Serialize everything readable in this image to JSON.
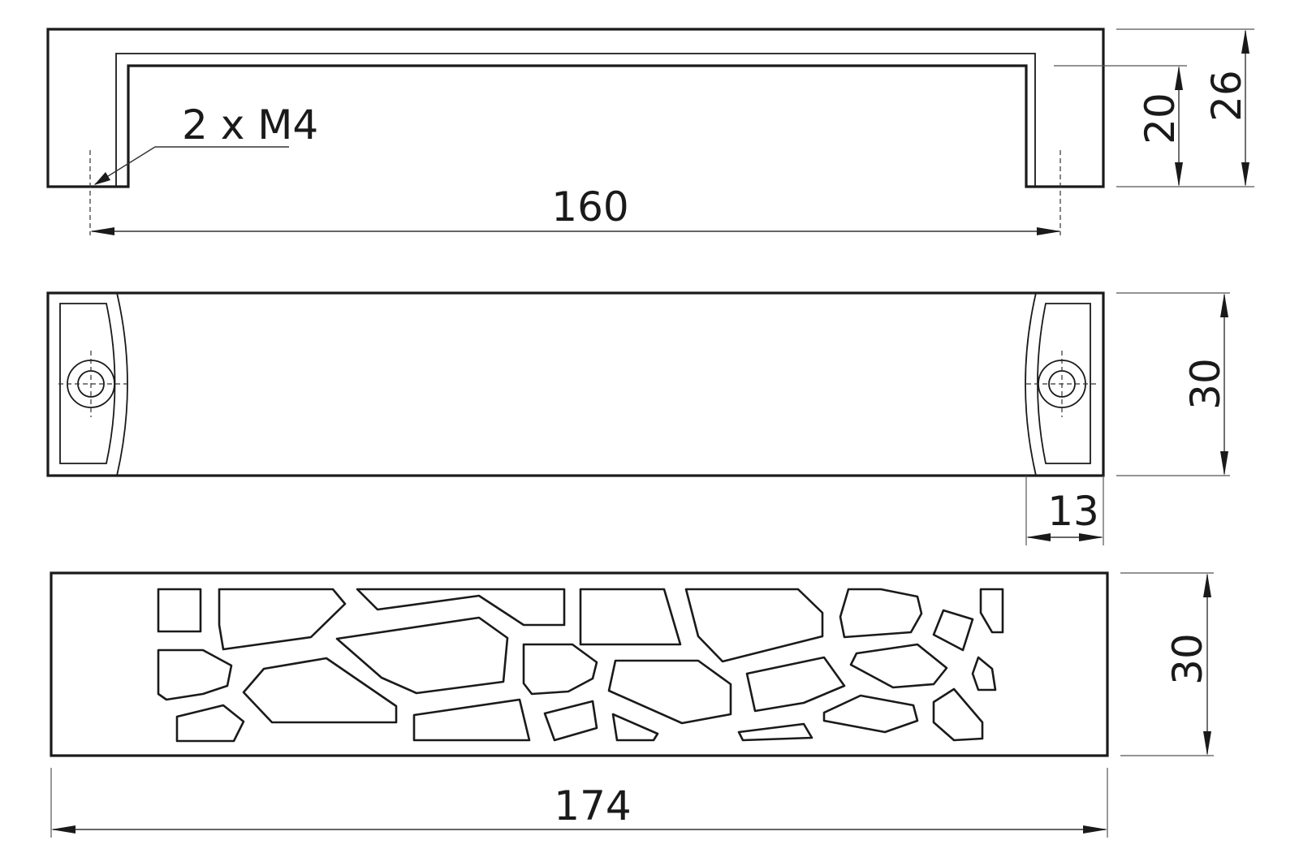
{
  "dimensions": {
    "top_thread_label": "2 x M4",
    "hole_spacing": "160",
    "inner_height": "20",
    "total_height": "26",
    "width_view2": "30",
    "end_offset": "13",
    "width_view3": "30",
    "overall_length": "174"
  }
}
